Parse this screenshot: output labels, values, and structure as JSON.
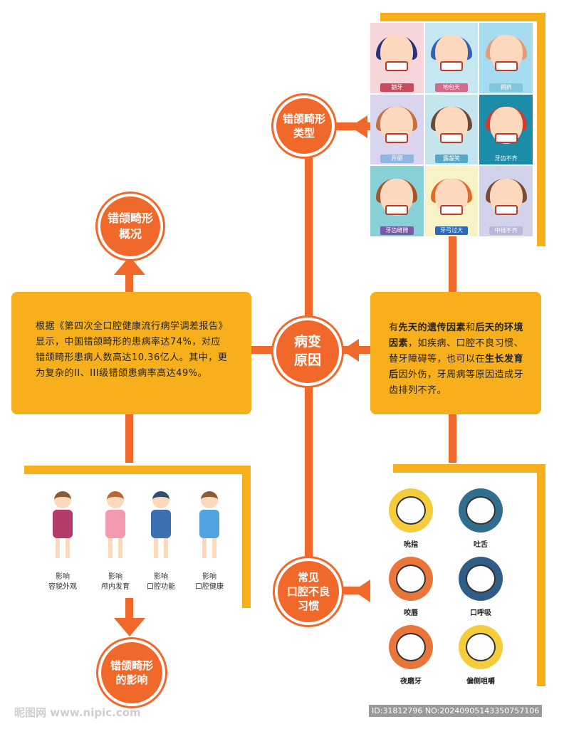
{
  "center": {
    "label": "病变\n原因"
  },
  "nodes": {
    "types": "错颌畸形\n类型",
    "overview": "错颌畸形\n概况",
    "habits": "常见\n口腔不良\n习惯",
    "impact": "错颌畸形\n的影响"
  },
  "overview_text": "根据《第四次全口腔健康流行病学调差报告》显示，中国错颌畸形的患病率达74%，对应错颌畸形患病人数高达10.36亿人。其中，更为复杂的II、III级错颌患病率高达49%。",
  "cause_text": {
    "p1": "有",
    "b1": "先天的遗传因素",
    "p2": "和",
    "b2": "后天的环境因素",
    "p3": "，如疾病、口腔不良习惯、替牙障碍等，也可以在",
    "b3": "生长发育后",
    "p4": "因外伤，牙周病等原因造成牙齿排列不齐。"
  },
  "types": [
    {
      "label": "龅牙",
      "bg": "#f6d5db",
      "hair": "#2c2f7a",
      "cap": "#c94b5e"
    },
    {
      "label": "地包天",
      "bg": "#c5e7f2",
      "hair": "#2f64b5",
      "cap": "#d46a8a"
    },
    {
      "label": "拥挤",
      "bg": "#a6dcef",
      "hair": "#e59a7a",
      "cap": "#7fc6de"
    },
    {
      "label": "开颌",
      "bg": "#d9d5ee",
      "hair": "#c46f44",
      "cap": "#8fb6e6"
    },
    {
      "label": "露龈笑",
      "bg": "#c3e6ee",
      "hair": "#6b4a3a",
      "cap": "#55a9c7"
    },
    {
      "label": "牙齿不齐",
      "bg": "#1b8da8",
      "hair": "#d8382d",
      "cap": "#1b8da8"
    },
    {
      "label": "牙齿缝隙",
      "bg": "#87d0d6",
      "hair": "#a5522b",
      "cap": "#7a59a8"
    },
    {
      "label": "牙弓过大",
      "bg": "#f7f3c6",
      "hair": "#e46a2a",
      "cap": "#2a68b8"
    },
    {
      "label": "中线不齐",
      "bg": "#d1d3ea",
      "hair": "#7b4b3a",
      "cap": "#b7b9d8"
    }
  ],
  "impacts": [
    {
      "label": "影响\n容貌外观"
    },
    {
      "label": "影响\n颅内发育"
    },
    {
      "label": "影响\n口腔功能"
    },
    {
      "label": "影响\n口腔健康"
    }
  ],
  "habits": [
    {
      "label": "吮指",
      "color": "#f4cc3c"
    },
    {
      "label": "吐舌",
      "color": "#2f6e8c"
    },
    {
      "label": "咬唇",
      "color": "#e9753a"
    },
    {
      "label": "口呼吸",
      "color": "#2f5d86"
    },
    {
      "label": "夜磨牙",
      "color": "#e9753a"
    },
    {
      "label": "偏侧咀嚼",
      "color": "#f4cc3c"
    }
  ],
  "watermark": {
    "left": "昵图网 www.nipic.com",
    "right": "ID:31812796 NO:20240905143350757106"
  },
  "colors": {
    "orange": "#f0682a",
    "yellow": "#f7b01c"
  }
}
